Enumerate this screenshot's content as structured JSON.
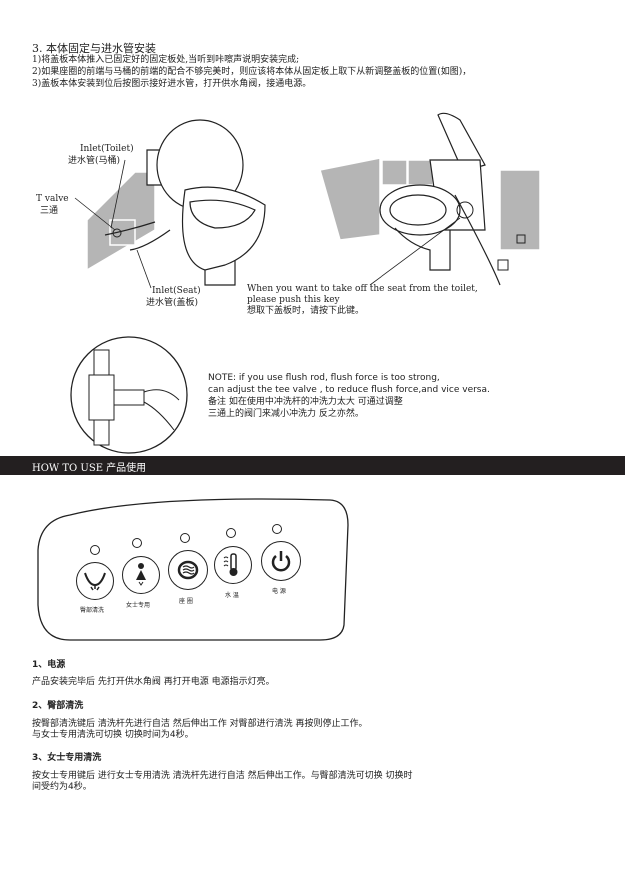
{
  "install": {
    "title": "3. 本体固定与进水管安装",
    "steps": [
      "1)将盖板本体推入已固定好的固定板处,当听到咔嚓声说明安装完成;",
      "2)如果座圈的前端与马桶的前端的配合不够完美时，则应该将本体从固定板上取下从新调整盖板的位置(如图)，",
      "3)盖板本体安装到位后按图示接好进水管，打开供水角阀，接通电源。"
    ],
    "labels": {
      "inlet_toilet_en": "Inlet(Toilet)",
      "inlet_toilet_cn": "进水管(马桶)",
      "t_valve_en": "T valve",
      "t_valve_cn": "三通",
      "inlet_seat_en": "Inlet(Seat)",
      "inlet_seat_cn": "进水管(盖板)"
    },
    "remove_note": {
      "en1": "When you want to take off the seat from the toilet,",
      "en2": "please push this key",
      "cn": "想取下盖板时，请按下此键。"
    },
    "note": {
      "en1": "NOTE: if you use flush rod, flush force is too strong,",
      "en2": "can adjust the tee valve , to reduce flush force,and vice versa.",
      "cn1": "备注   如在使用中冲洗杆的冲洗力太大    可通过调整",
      "cn2": "三通上的阀门来减小冲洗力    反之亦然。"
    }
  },
  "how_to_use": {
    "banner": "HOW TO USE 产品使用",
    "panel": {
      "buttons": [
        {
          "label": "臀部清洗",
          "icon": "rear-wash-icon"
        },
        {
          "label": "女士专用",
          "icon": "lady-wash-icon"
        },
        {
          "label": "座 圈",
          "icon": "seat-heat-icon"
        },
        {
          "label": "水 温",
          "icon": "water-temp-icon"
        },
        {
          "label": "电 源",
          "icon": "power-icon"
        }
      ]
    },
    "sections": [
      {
        "title": "1、电源",
        "lines": [
          "产品安装完毕后    先打开供水角阀    再打开电源    电源指示灯亮。"
        ]
      },
      {
        "title": "2、臀部清洗",
        "lines": [
          "按臀部清洗键后    清洗杆先进行自洁    然后伸出工作    对臀部进行清洗    再按则停止工作。",
          "与女士专用清洗可切换    切换时间为4秒。"
        ]
      },
      {
        "title": "3、女士专用清洗",
        "lines": [
          "按女士专用键后    进行女士专用清洗    清洗杆先进行自洁    然后伸出工作。与臀部清洗可切换    切换时",
          "间受约为4秒。"
        ]
      }
    ]
  }
}
